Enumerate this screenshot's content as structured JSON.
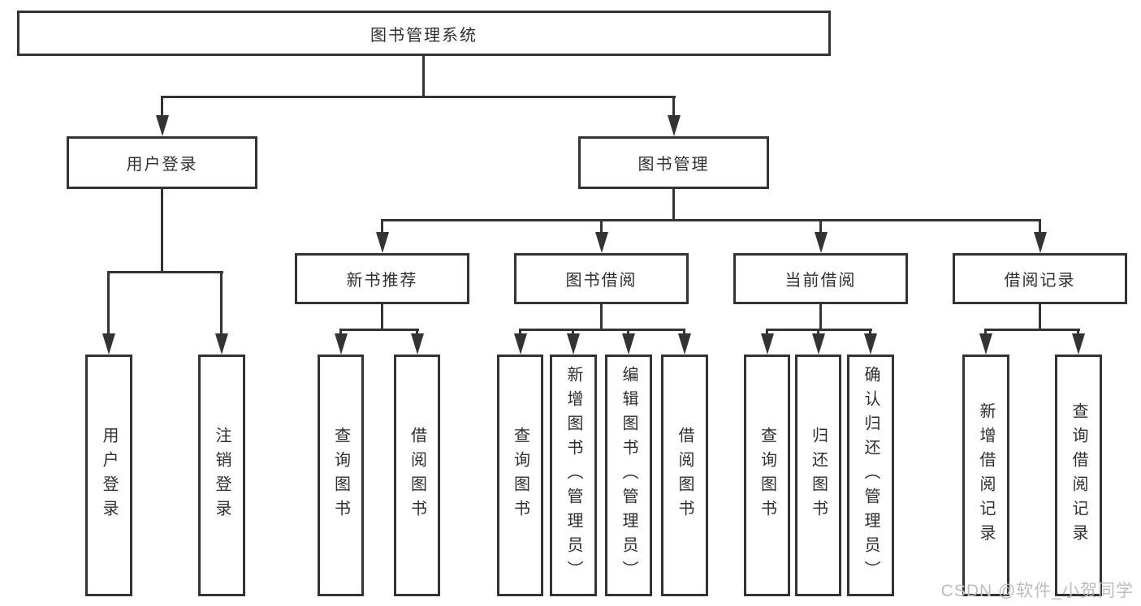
{
  "diagram_type": "functional-structure-tree",
  "tree": {
    "label": "图书管理系统",
    "children": [
      {
        "label": "用户登录",
        "children": [
          {
            "label": "用户登录"
          },
          {
            "label": "注销登录"
          }
        ]
      },
      {
        "label": "图书管理",
        "children": [
          {
            "label": "新书推荐",
            "children": [
              {
                "label": "查询图书"
              },
              {
                "label": "借阅图书"
              }
            ]
          },
          {
            "label": "图书借阅",
            "children": [
              {
                "label": "查询图书"
              },
              {
                "label": "新增图书（管理员）"
              },
              {
                "label": "编辑图书（管理员）"
              },
              {
                "label": "借阅图书"
              }
            ]
          },
          {
            "label": "当前借阅",
            "children": [
              {
                "label": "查询图书"
              },
              {
                "label": "归还图书"
              },
              {
                "label": "确认归还（管理员）"
              }
            ]
          },
          {
            "label": "借阅记录",
            "children": [
              {
                "label": "新增借阅记录"
              },
              {
                "label": "查询借阅记录"
              }
            ]
          }
        ]
      }
    ]
  },
  "watermark": "CSDN @软件_小贺同学",
  "colors": {
    "line": "#333333",
    "text": "#2f2f2f",
    "background": "#ffffff",
    "watermark": "#bdbdbd"
  }
}
